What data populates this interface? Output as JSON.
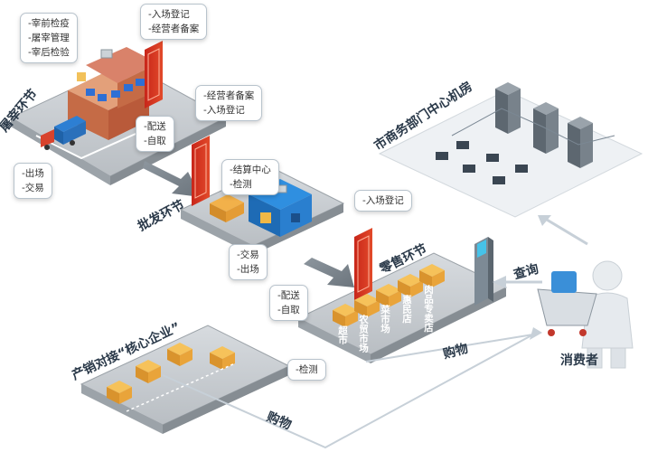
{
  "slaughter": {
    "label": "屠宰环节",
    "bubble_top": [
      "-宰前检疫",
      "-屠宰管理",
      "-宰后检验"
    ],
    "bubble_entry": [
      "-入场登记",
      "-经营者备案"
    ],
    "bubble_exit": [
      "-出场",
      "-交易"
    ]
  },
  "delivery1": [
    "-配送",
    "-自取"
  ],
  "wholesale": {
    "label": "批发环节",
    "bubble_entry": [
      "-经营者备案",
      "-入场登记"
    ],
    "bubble_center": [
      "-结算中心",
      "-检测"
    ],
    "bubble_exit": [
      "-交易",
      "-出场"
    ]
  },
  "delivery2": [
    "-配送",
    "-自取"
  ],
  "retail": {
    "label": "零售环节",
    "bubble_entry": [
      "-入场登记"
    ],
    "bubble_test": [
      "-检测"
    ],
    "shops": [
      "超市",
      "农贸市场",
      "菜市场",
      "惠民店",
      "肉品专卖店"
    ]
  },
  "core": {
    "label": "产销对接“核心企业”"
  },
  "datacenter": {
    "label": "市商务部门中心机房"
  },
  "consumer": {
    "label": "消费者",
    "query": "查询",
    "buy1": "购物",
    "buy2": "购物"
  }
}
